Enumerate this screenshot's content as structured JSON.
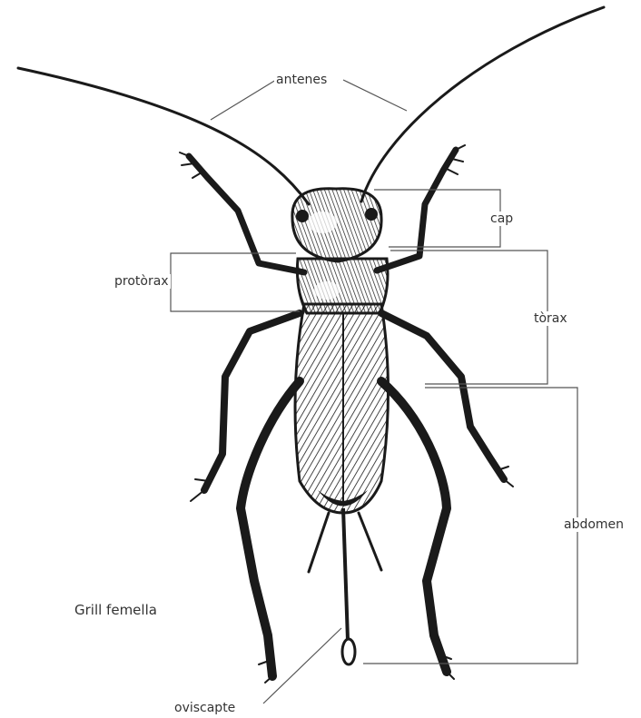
{
  "diagram": {
    "caption": "Grill femella",
    "labels": {
      "antenes": "antenes",
      "cap": "cap",
      "protorax": "protòrax",
      "torax": "tòrax",
      "abdomen": "abdomen",
      "oviscapte": "oviscapte"
    }
  },
  "colors": {
    "ink": "#1a1a1a",
    "leader": "#555555",
    "label": "#333333",
    "background": "#ffffff"
  }
}
